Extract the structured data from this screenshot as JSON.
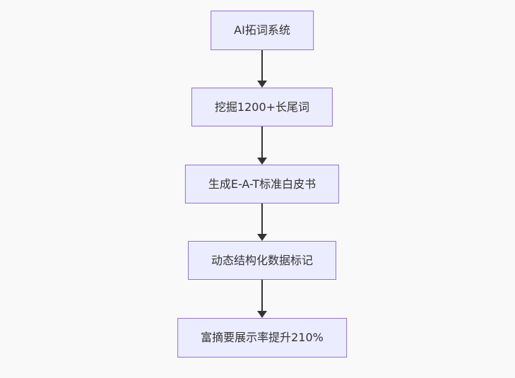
{
  "diagram": {
    "type": "flowchart",
    "direction": "top-down",
    "colors": {
      "background": "#f9f9f9",
      "node_fill": "#ECECFF",
      "node_border": "#9370DB",
      "node_text": "#333333",
      "arrow": "#333333"
    },
    "nodes": [
      {
        "id": "A",
        "label": "AI拓词系统"
      },
      {
        "id": "B",
        "label": "挖掘1200+长尾词"
      },
      {
        "id": "C",
        "label": "生成E-A-T标准白皮书"
      },
      {
        "id": "D",
        "label": "动态结构化数据标记"
      },
      {
        "id": "E",
        "label": "富摘要展示率提升210%"
      }
    ],
    "edges": [
      {
        "from": "A",
        "to": "B",
        "style": "arrow-down"
      },
      {
        "from": "B",
        "to": "C",
        "style": "arrow-down"
      },
      {
        "from": "C",
        "to": "D",
        "style": "arrow-down"
      },
      {
        "from": "D",
        "to": "E",
        "style": "arrow-down"
      }
    ]
  }
}
